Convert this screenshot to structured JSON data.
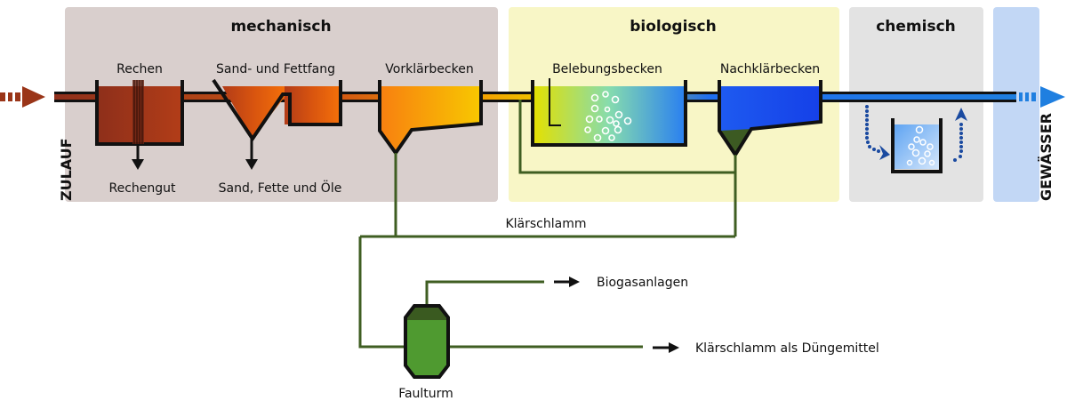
{
  "title": "Kläranlage – Stufen der Abwasserreinigung",
  "zones": {
    "mechanical": {
      "label": "mechanisch",
      "color": "#d9cfcd"
    },
    "biological": {
      "label": "biologisch",
      "color": "#f8f6c6"
    },
    "chemical": {
      "label": "chemisch",
      "color": "#e3e3e3"
    },
    "outlet": {
      "color": "#c2d7f5"
    }
  },
  "flow": {
    "inlet_label": "ZULAUF",
    "outlet_label": "GEWÄSSER"
  },
  "stations": {
    "rechen": {
      "label": "Rechen",
      "output": "Rechengut"
    },
    "sandfang": {
      "label": "Sand- und Fettfang",
      "output": "Sand, Fette und Öle"
    },
    "vorklaer": {
      "label": "Vorklärbecken"
    },
    "belebung": {
      "label": "Belebungsbecken"
    },
    "nachklaer": {
      "label": "Nachklärbecken"
    }
  },
  "sludge": {
    "label": "Klärschlamm",
    "digester_label": "Faulturm",
    "outputs": [
      "Biogasanlagen",
      "Klärschlamm als Düngemittel"
    ]
  },
  "colors": {
    "sludge_line": "#3f5e22",
    "digester_fill": "#4f9a30",
    "digester_top": "#3a5a20",
    "inflow": "#9a3518",
    "outflow": "#1f7fe0"
  }
}
